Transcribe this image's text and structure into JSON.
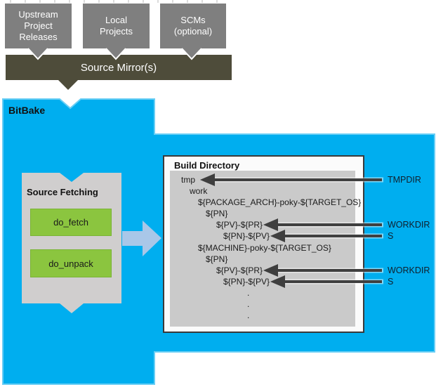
{
  "top_row": {
    "boxes": [
      {
        "label": "Upstream\nProject\nReleases"
      },
      {
        "label": "Local\nProjects"
      },
      {
        "label": "SCMs\n(optional)"
      }
    ]
  },
  "source_mirror": {
    "label": "Source Mirror(s)"
  },
  "bitbake": {
    "label": "BitBake"
  },
  "source_fetching": {
    "title": "Source Fetching",
    "tasks": [
      {
        "label": "do_fetch"
      },
      {
        "label": "do_unpack"
      }
    ]
  },
  "build_directory": {
    "title": "Build Directory",
    "tree": [
      {
        "text": "tmp"
      },
      {
        "text": "work"
      },
      {
        "text": "${PACKAGE_ARCH}-poky-${TARGET_OS}"
      },
      {
        "text": "${PN}"
      },
      {
        "text": "${PV}-${PR}"
      },
      {
        "text": "${PN}-${PV}"
      },
      {
        "text": "${MACHINE}-poky-${TARGET_OS}"
      },
      {
        "text": "${PN}"
      },
      {
        "text": "${PV}-${PR}"
      },
      {
        "text": "${PN}-${PV}"
      },
      {
        "text": "."
      },
      {
        "text": "."
      },
      {
        "text": "."
      }
    ]
  },
  "pointer_labels": [
    {
      "text": "TMPDIR"
    },
    {
      "text": "WORKDIR"
    },
    {
      "text": "S"
    },
    {
      "text": "WORKDIR"
    },
    {
      "text": "S"
    }
  ],
  "colors": {
    "bitbake_blue": "#00aeef",
    "blue_edge": "#69cef5",
    "mirror_olive": "#4e4c3a",
    "source_box_gray": "#7f7f7f",
    "fetch_panel_gray": "#d0cece",
    "task_green": "#8bc53f",
    "flow_arrow_blue": "#a9c7e8",
    "tree_panel_gray": "#cacaca",
    "pointer_arrow_dark": "#3f3f3f"
  }
}
